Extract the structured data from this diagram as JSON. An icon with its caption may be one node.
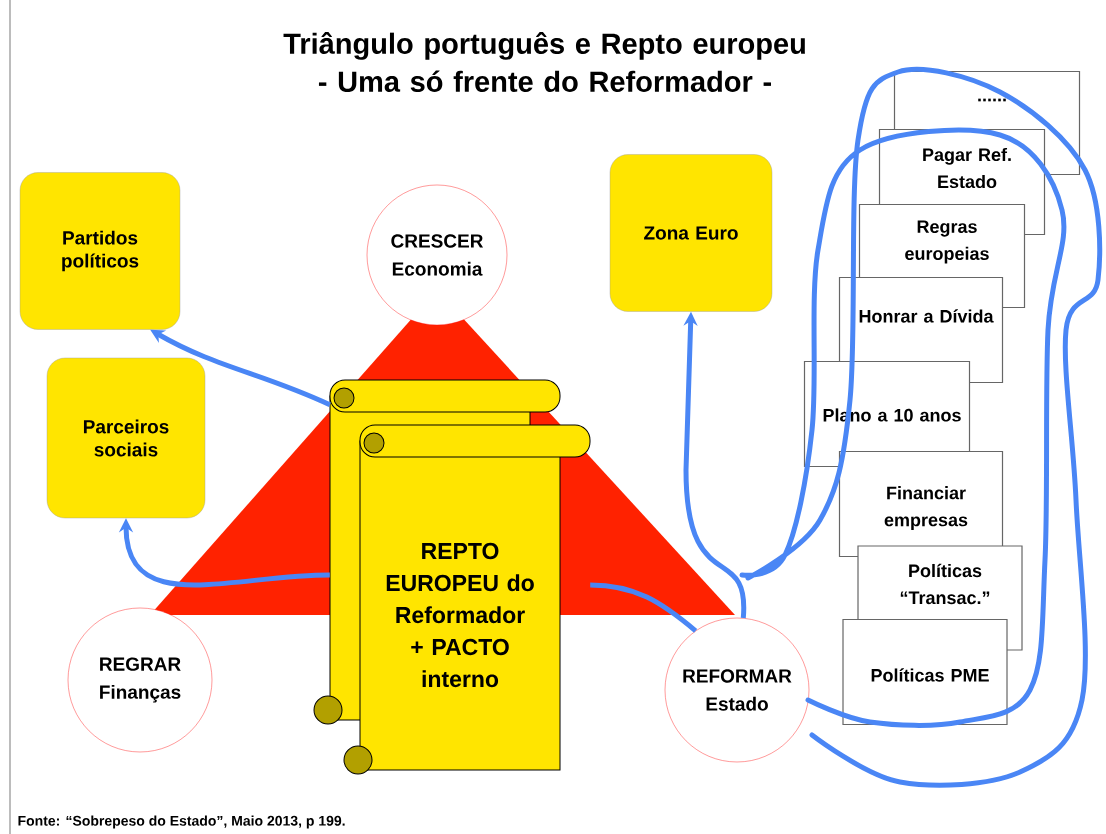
{
  "diagram": {
    "title": "Triângulo português e Repto europeu - Uma só frente do Reformador -",
    "caption": "Fonte: “Sobrepeso do Estado”, Maio 2013, p 199.",
    "nodes": [
      {
        "text": [
          "Partidos políticos"
        ]
      },
      {
        "text": [
          "Parceiros sociais"
        ]
      },
      {
        "text": [
          "CRESCER Economia"
        ]
      },
      {
        "text": [
          "Zona Euro"
        ]
      },
      {
        "text": [
          "REPTO EUROPEU do Reformador + PACTO interno"
        ]
      },
      {
        "text": [
          "REGRAR Finanças"
        ]
      },
      {
        "text": [
          "REFORMAR Estado"
        ]
      },
      {
        "text": [
          "......"
        ]
      },
      {
        "text": [
          "Pagar Ref. Estado"
        ]
      },
      {
        "text": [
          "Regras europeias"
        ]
      },
      {
        "text": [
          "Honrar a Dívida"
        ]
      },
      {
        "text": [
          "Plano a 10 anos"
        ]
      },
      {
        "text": [
          "Financiar empresas"
        ]
      },
      {
        "text": [
          "Políticas “Transac.”"
        ]
      },
      {
        "text": [
          "Políticas PME"
        ]
      }
    ],
    "edges": [
      {
        "from": 4,
        "to": 0,
        "arrow": "to"
      },
      {
        "from": 4,
        "to": 1,
        "arrow": "to"
      },
      {
        "from": 4,
        "to": 6,
        "arrow": "none"
      },
      {
        "from": 6,
        "to": 3,
        "arrow": "to"
      }
    ]
  }
}
